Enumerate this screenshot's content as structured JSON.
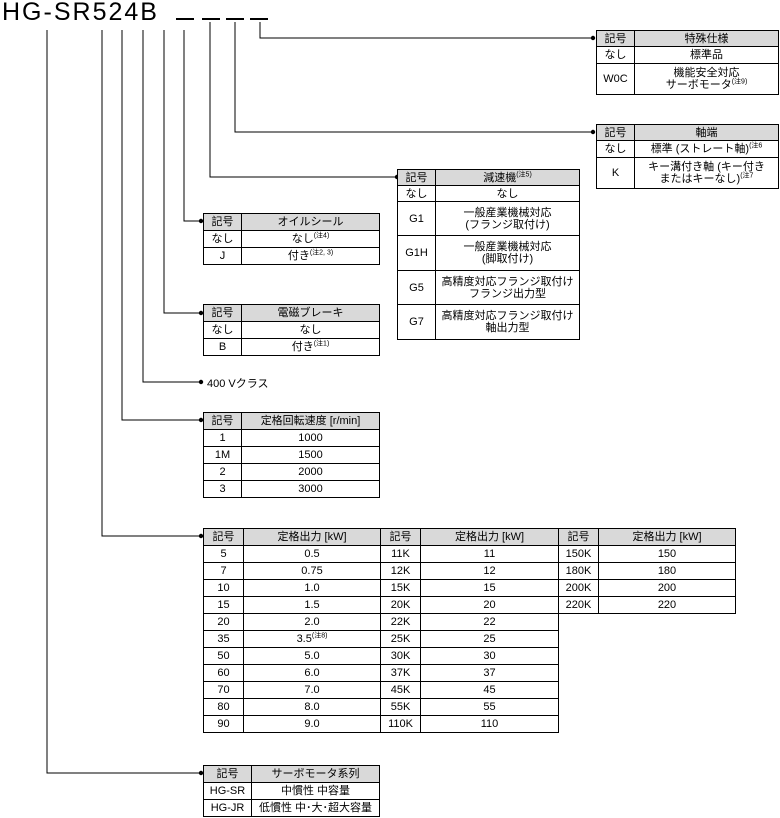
{
  "model": {
    "prefix": "HG-SR",
    "digits": [
      "5",
      "2",
      "4"
    ],
    "brake": "B"
  },
  "spec": {
    "headers": [
      "記号",
      "特殊仕様"
    ],
    "rows": [
      {
        "code": "なし",
        "desc": "標準品"
      },
      {
        "code": "W0C",
        "desc1": "機能安全対応",
        "desc2": "サーボモータ",
        "note": "(注9)"
      }
    ]
  },
  "shaft": {
    "headers": [
      "記号",
      "軸端"
    ],
    "rows": [
      {
        "code": "なし",
        "desc": "標準 (ストレート軸)",
        "note": "(注6"
      },
      {
        "code": "K",
        "desc1": "キー溝付き軸 (キー付き",
        "desc2": "またはキーなし)",
        "note": "(注7"
      }
    ]
  },
  "reducer": {
    "headers": [
      "記号",
      "減速機"
    ],
    "header_note": "(注5)",
    "rows": [
      {
        "code": "なし",
        "desc1": "なし",
        "desc2": ""
      },
      {
        "code": "G1",
        "desc1": "一般産業機械対応",
        "desc2": "(フランジ取付け)"
      },
      {
        "code": "G1H",
        "desc1": "一般産業機械対応",
        "desc2": "(脚取付け)"
      },
      {
        "code": "G5",
        "desc1": "高精度対応フランジ取付け",
        "desc2": "フランジ出力型"
      },
      {
        "code": "G7",
        "desc1": "高精度対応フランジ取付け",
        "desc2": "軸出力型"
      }
    ]
  },
  "oilseal": {
    "headers": [
      "記号",
      "オイルシール"
    ],
    "rows": [
      {
        "code": "なし",
        "desc": "なし",
        "note": "(注4)"
      },
      {
        "code": "J",
        "desc": "付き",
        "note": "(注2, 3)"
      }
    ]
  },
  "brake": {
    "headers": [
      "記号",
      "電磁ブレーキ"
    ],
    "rows": [
      {
        "code": "なし",
        "desc": "なし",
        "note": ""
      },
      {
        "code": "B",
        "desc": "付き",
        "note": "(注1)"
      }
    ]
  },
  "voltage": {
    "label": "400 Vクラス"
  },
  "speed": {
    "headers": [
      "記号",
      "定格回転速度 [r/min]"
    ],
    "rows": [
      {
        "code": "1",
        "value": "1000"
      },
      {
        "code": "1M",
        "value": "1500"
      },
      {
        "code": "2",
        "value": "2000"
      },
      {
        "code": "3",
        "value": "3000"
      }
    ]
  },
  "output": {
    "headers": [
      "記号",
      "定格出力 [kW]",
      "記号",
      "定格出力 [kW]",
      "記号",
      "定格出力 [kW]"
    ],
    "col1": [
      [
        "5",
        "0.5"
      ],
      [
        "7",
        "0.75"
      ],
      [
        "10",
        "1.0"
      ],
      [
        "15",
        "1.5"
      ],
      [
        "20",
        "2.0"
      ],
      [
        "35",
        "3.5"
      ],
      [
        "50",
        "5.0"
      ],
      [
        "60",
        "6.0"
      ],
      [
        "70",
        "7.0"
      ],
      [
        "80",
        "8.0"
      ],
      [
        "90",
        "9.0"
      ]
    ],
    "col1_note": "(注8)",
    "col2": [
      [
        "11K",
        "11"
      ],
      [
        "12K",
        "12"
      ],
      [
        "15K",
        "15"
      ],
      [
        "20K",
        "20"
      ],
      [
        "22K",
        "22"
      ],
      [
        "25K",
        "25"
      ],
      [
        "30K",
        "30"
      ],
      [
        "37K",
        "37"
      ],
      [
        "45K",
        "45"
      ],
      [
        "55K",
        "55"
      ],
      [
        "110K",
        "110"
      ]
    ],
    "col3": [
      [
        "150K",
        "150"
      ],
      [
        "180K",
        "180"
      ],
      [
        "200K",
        "200"
      ],
      [
        "220K",
        "220"
      ]
    ]
  },
  "series": {
    "headers": [
      "記号",
      "サーボモータ系列"
    ],
    "rows": [
      {
        "code": "HG-SR",
        "desc": "中慣性 中容量"
      },
      {
        "code": "HG-JR",
        "desc": "低慣性 中･大･超大容量"
      }
    ]
  }
}
